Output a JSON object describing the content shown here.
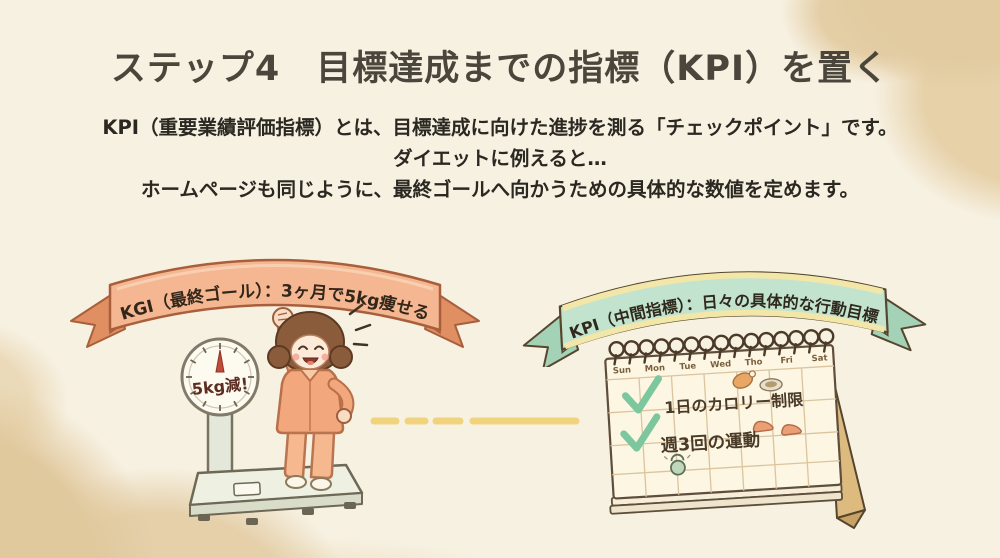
{
  "page": {
    "title": "ステップ4　目標達成までの指標（KPI）を置く",
    "intro_lines": [
      "KPI（重要業績評価指標）とは、目標達成に向けた進捗を測る「チェックポイント」です。",
      "ダイエットに例えると…",
      "ホームページも同じように、最終ゴールへ向かうための具体的な数値を定めます。"
    ]
  },
  "kgi_banner": {
    "label": "KGI（最終ゴール）：3ヶ月で5kg痩せる",
    "ribbon_color": "#F4B791",
    "ribbon_dark": "#E08F63",
    "outline_color": "#A95F3C",
    "text_color": "#33261A"
  },
  "kpi_banner": {
    "label": "KPI（中間指標）：日々の具体的な行動目標",
    "ribbon_color": "#C2E4CF",
    "ribbon_dark": "#A3D2B6",
    "edge_color": "#F2E6A8",
    "outline_color": "#56462F",
    "text_color": "#2F291D"
  },
  "scale_illustration": {
    "dial_text": "5kg減!",
    "dial_text_color": "#5C2E22",
    "needle_color": "#C14B35",
    "tracksuit_color": "#F3A77C"
  },
  "connector": {
    "dash_color": "#EFCF72"
  },
  "calendar_illustration": {
    "days": [
      "Sun",
      "Mon",
      "Tue",
      "Wed",
      "Tho",
      "Fri",
      "Sat"
    ],
    "entries": [
      "1日のカロリー制限",
      "週3回の運動"
    ],
    "check_color": "#7CC79D",
    "entry_text_color": "#4A3B28"
  }
}
